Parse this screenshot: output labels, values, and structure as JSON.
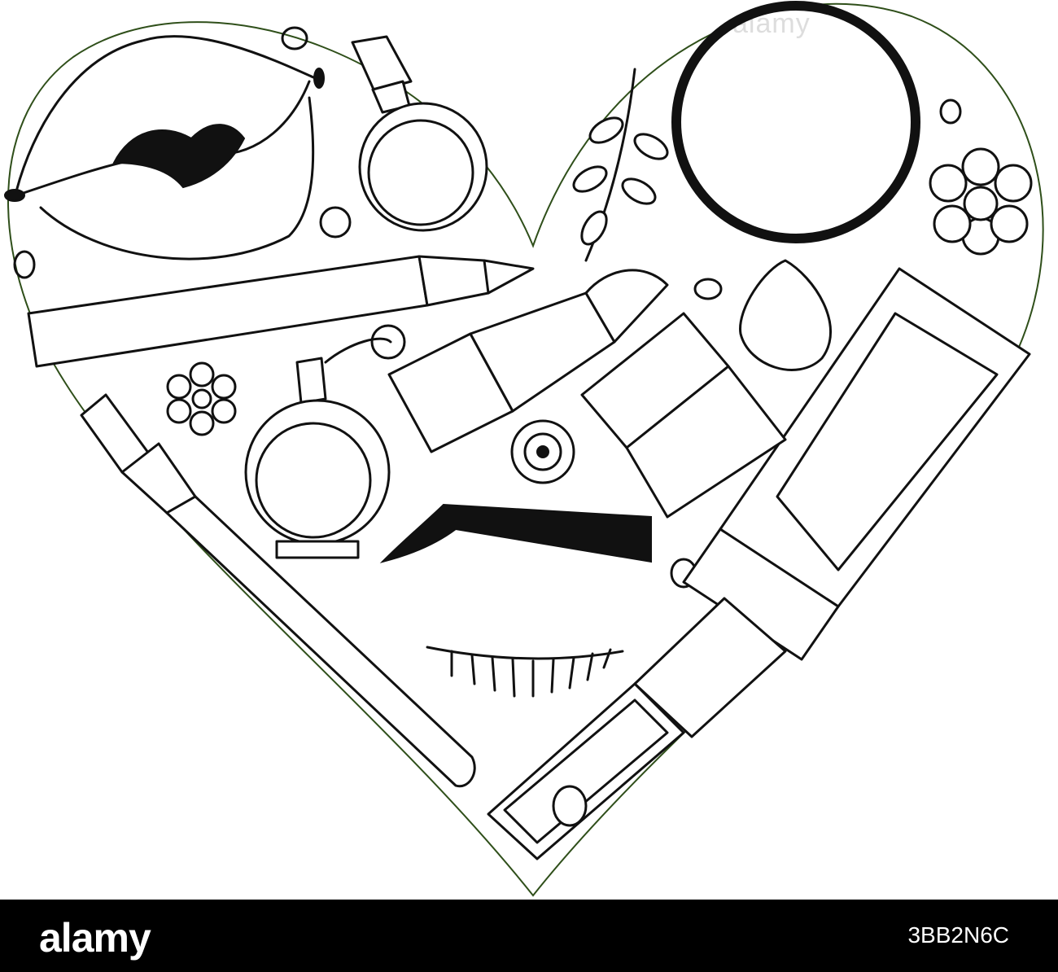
{
  "watermark": "alamy",
  "footer": {
    "logo": "alamy",
    "image_id": "3BB2N6C"
  },
  "colors": {
    "heart_outline": "#2f4f1a",
    "ink": "#111111",
    "footer_bg": "#000000"
  },
  "illustration": {
    "subject": "heart-shaped collection of cosmetics line art"
  }
}
